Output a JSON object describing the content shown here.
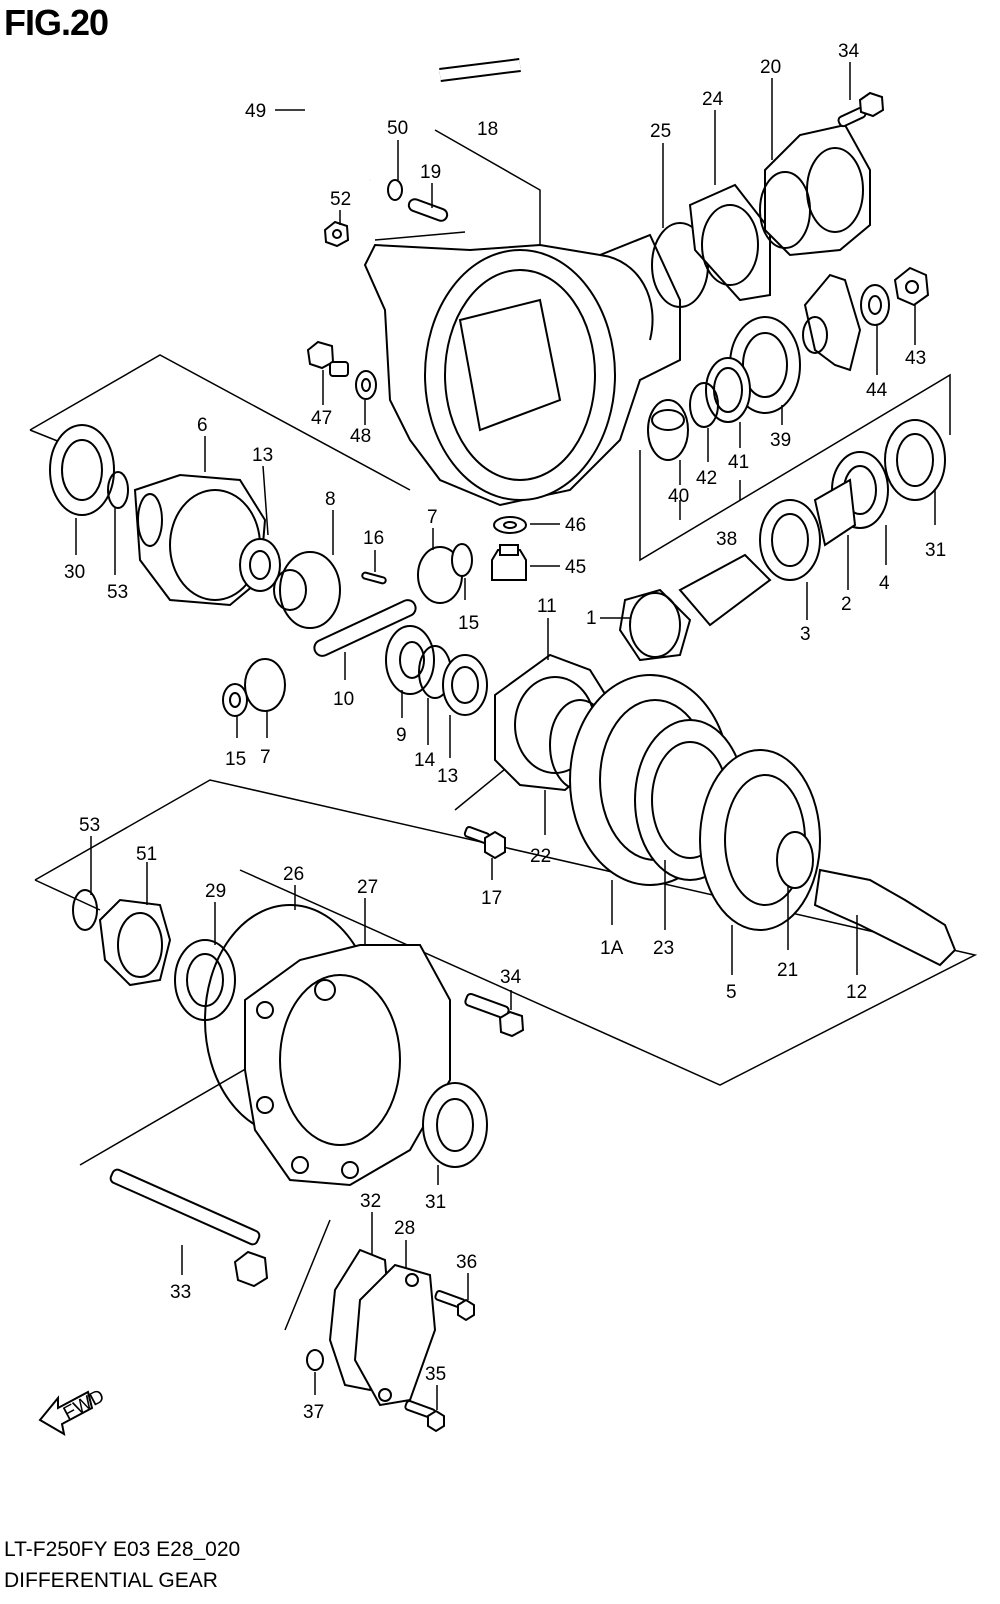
{
  "figure": {
    "title": "FIG.20",
    "model_code": "LT-F250FY E03 E28_020",
    "section_name": "DIFFERENTIAL GEAR",
    "fwd_label": "FWD"
  },
  "callouts": [
    "49",
    "50",
    "18",
    "19",
    "52",
    "25",
    "24",
    "20",
    "34",
    "43",
    "44",
    "47",
    "48",
    "39",
    "41",
    "42",
    "40",
    "38",
    "31",
    "6",
    "13",
    "8",
    "30",
    "53",
    "7",
    "46",
    "45",
    "16",
    "15",
    "1",
    "3",
    "2",
    "4",
    "11",
    "10",
    "9",
    "14",
    "13",
    "22",
    "17",
    "1A",
    "23",
    "5",
    "21",
    "12",
    "15",
    "7",
    "53",
    "51",
    "29",
    "26",
    "27",
    "34",
    "31",
    "33",
    "32",
    "28",
    "36",
    "35",
    "37"
  ]
}
